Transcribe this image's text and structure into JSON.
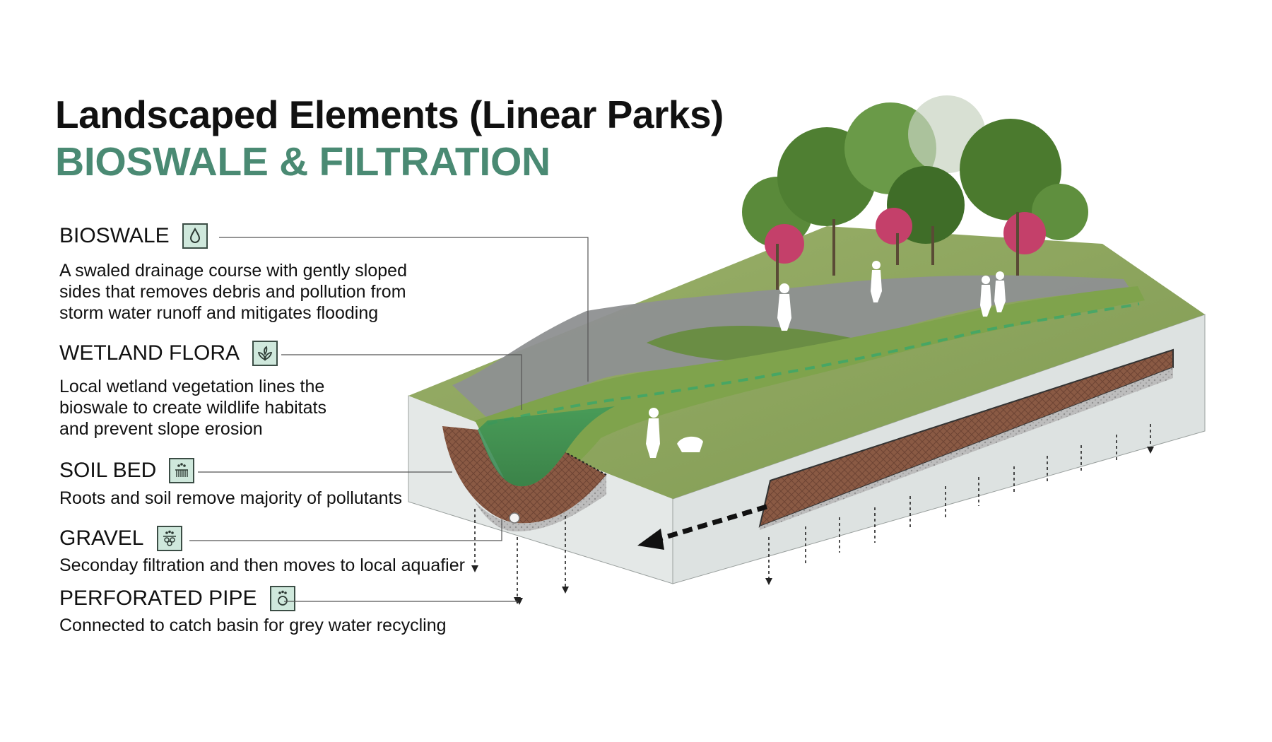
{
  "header": {
    "title": "Landscaped Elements (Linear Parks)",
    "subtitle": "BIOSWALE & FILTRATION"
  },
  "items": [
    {
      "label": "BIOSWALE",
      "icon": "water-drop-icon",
      "lines": [
        "A swaled drainage course with gently sloped",
        "sides that removes debris and pollution from",
        "storm water runoff and mitigates flooding"
      ]
    },
    {
      "label": "WETLAND FLORA",
      "icon": "leaves-icon",
      "lines": [
        "Local wetland vegetation lines the",
        "bioswale to create wildlife habitats",
        "and prevent slope erosion"
      ]
    },
    {
      "label": "SOIL BED",
      "icon": "roots-icon",
      "lines": [
        "Roots and soil remove majority of pollutants"
      ]
    },
    {
      "label": "GRAVEL",
      "icon": "gravel-icon",
      "lines": [
        "Seconday filtration and then moves to local aquafier"
      ]
    },
    {
      "label": "PERFORATED PIPE",
      "icon": "pipe-icon",
      "lines": [
        "Connected to catch basin for grey water recycling"
      ]
    }
  ],
  "colors": {
    "accent": "#4a8a73",
    "icon_fill": "#cfe8dc",
    "grass": "#8aa25c",
    "path": "#8e9091",
    "soil": "#8a5a44",
    "gravel": "#b9b9b9",
    "block": "#e4e8e7"
  }
}
